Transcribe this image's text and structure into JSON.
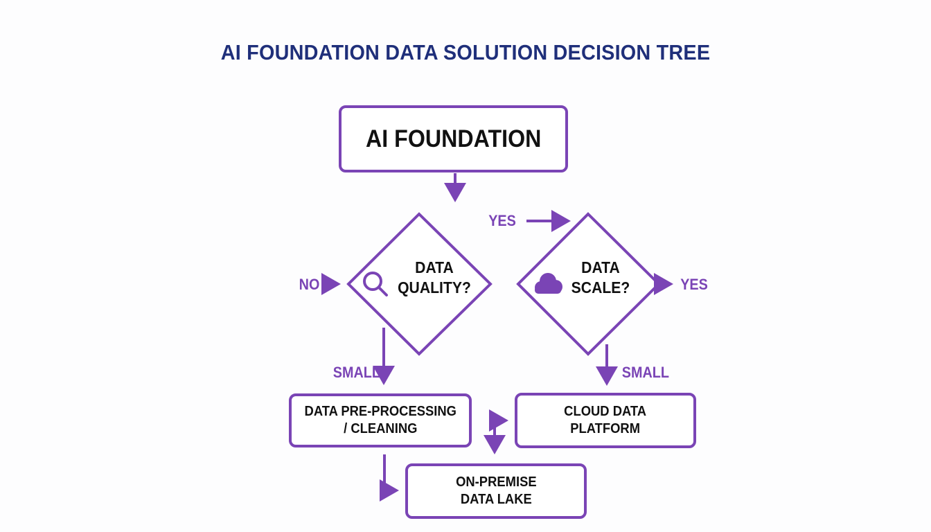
{
  "title": "AI FOUNDATION DATA SOLUTION DECISION TREE",
  "colors": {
    "title": "#1f2f7a",
    "accent": "#7a44b5",
    "node_text": "#111111",
    "background": "#fdfdfe"
  },
  "nodes": {
    "root": {
      "label": "AI FOUNDATION"
    },
    "quality": {
      "line1": "DATA",
      "line2": "QUALITY?",
      "icon": "magnifier-icon"
    },
    "scale": {
      "line1": "DATA",
      "line2": "SCALE?",
      "icon": "cloud-icon"
    },
    "preprocessing": {
      "line1": "DATA PRE-PROCESSING",
      "line2": "/ CLEANING"
    },
    "cloud_platform": {
      "line1": "CLOUD DATA",
      "line2": "PLATFORM"
    },
    "data_lake": {
      "line1": "ON-PREMISE",
      "line2": "DATA LAKE"
    }
  },
  "edge_labels": {
    "yes_top": "YES",
    "no_left": "NO",
    "yes_right": "YES",
    "small_left": "SMALL",
    "small_right": "SMALL"
  }
}
